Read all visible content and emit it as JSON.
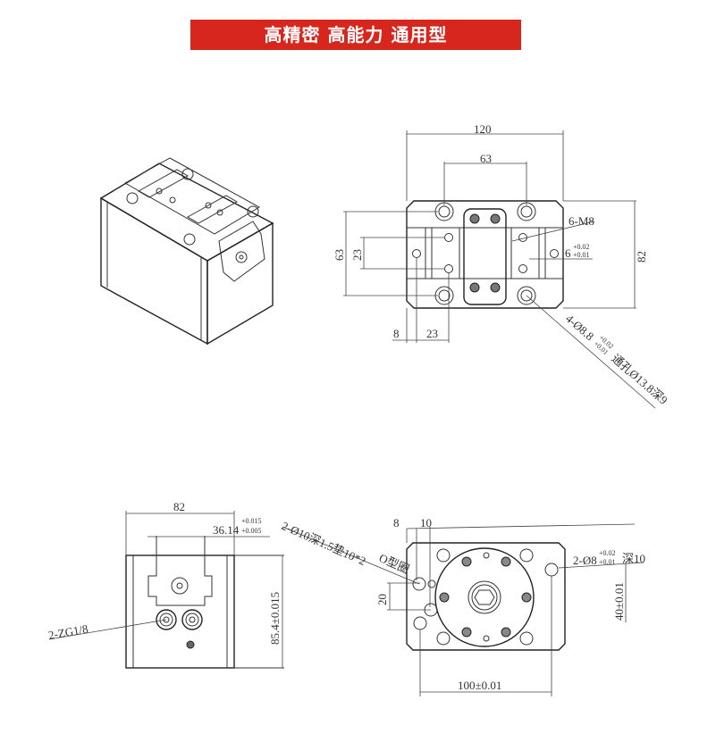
{
  "banner": {
    "title": "高精密 高能力 通用型",
    "color": "#d7261e"
  },
  "top_view": {
    "width": "120",
    "hole_spacing": "63",
    "height": "82",
    "left_spacing": "63",
    "inner_spacing": "23",
    "offset_left": "8",
    "offset_23": "23",
    "thread_callout": "6-M8",
    "slot_width": "6",
    "slot_tol_upper": "+0.02",
    "slot_tol_lower": "+0.01",
    "hole_callout_prefix": "4-Ø8.8",
    "hole_tol_upper": "+0.02",
    "hole_tol_lower": "+0.01",
    "hole_callout_suffix": "通孔Ø13.8深9"
  },
  "side_view": {
    "width": "82",
    "jaw_width": "36.14",
    "jaw_tol_upper": "+0.015",
    "jaw_tol_lower": "+0.005",
    "height": "85.4±0.015",
    "port_callout": "2-ZG1/8"
  },
  "bottom_view": {
    "oring_callout": "2-Ø10深1.5垫10*2",
    "oring_type": "O型圈",
    "offset_8": "8",
    "offset_10": "10",
    "spacing_20": "20",
    "pin_callout_prefix": "2-Ø8",
    "pin_tol_upper": "+0.02",
    "pin_tol_lower": "+0.01",
    "pin_callout_suffix": "深10",
    "vertical": "40±0.01",
    "horizontal": "100±0.01"
  }
}
